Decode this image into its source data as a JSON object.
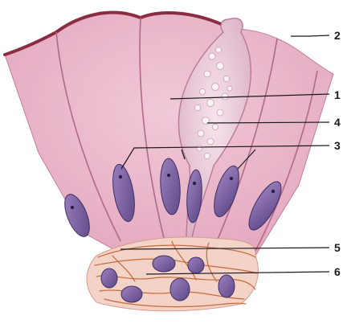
{
  "figure": {
    "labels": [
      {
        "id": "goblet-cell",
        "text": "1"
      },
      {
        "id": "striated-border",
        "text": "2"
      },
      {
        "id": "nuclei",
        "text": "3"
      },
      {
        "id": "mucus-droplets",
        "text": "4"
      },
      {
        "id": "basement-membrane",
        "text": "5"
      },
      {
        "id": "connective-tissue",
        "text": "6"
      }
    ]
  }
}
